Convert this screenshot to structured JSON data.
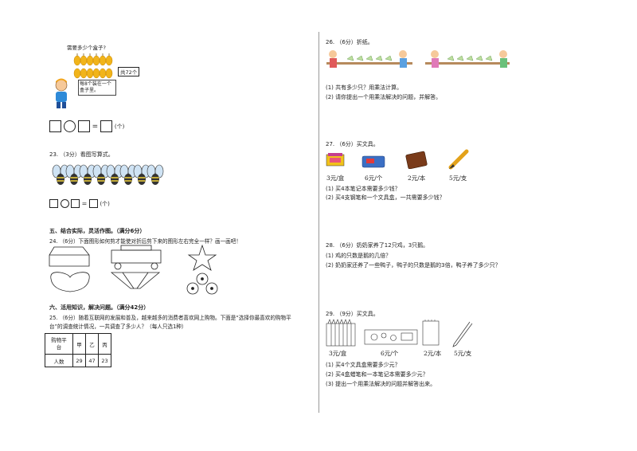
{
  "q22": {
    "question": "需要多少个盒子?",
    "total_label": "共72个",
    "bubble": "每8个装在一个盒子里。",
    "unit": "(个)",
    "equals": "="
  },
  "q23": {
    "title": "23. （3分）看图写算式。",
    "unit": "(个)",
    "equals": "="
  },
  "section5": {
    "header": "五、结合实际，灵活作图。（满分6分）",
    "q24": "24. （6分）下面图形如何剪才能使对折后剪下来的图形左右完全一样？画一画吧！"
  },
  "section6": {
    "header": "六、活用知识，解决问题。（满分42分）",
    "q25_line1": "25. （6分）随着互联网的发展和普及，越来越多的消费者喜欢网上购物。下面是“选择你最喜欢的购物平",
    "q25_line2": "台”的调查统计情况，一共调查了多少人？（每人只选1种）",
    "table": {
      "row1_head_a": "购物平",
      "row1_head_b": "台",
      "cols": [
        "甲",
        "乙",
        "丙"
      ],
      "row2_head": "人数",
      "values": [
        "29",
        "47",
        "23"
      ]
    }
  },
  "q26": {
    "title": "26. （6分）折纸。",
    "sub1": "(1) 共有多少只？用乘法计算。",
    "sub2": "(2) 请你提出一个用乘法解决的问题，并解答。"
  },
  "q27": {
    "title": "27. （6分）买文具。",
    "prices": [
      "3元/盒",
      "6元/个",
      "2元/本",
      "5元/支"
    ],
    "sub1": "(1) 买4本笔记本需要多少钱？",
    "sub2": "(2) 买4支钢笔和一个文具盒，一共需要多少钱？"
  },
  "q28": {
    "title": "28. （6分）奶奶家养了12只鸡，3只鹅。",
    "sub1": "(1) 鸡的只数是鹅的几倍？",
    "sub2": "(2) 奶奶家还养了一些鸭子，鸭子的只数是鹅的3倍，鸭子养了多少只？"
  },
  "q29": {
    "title": "29. （9分）买文具。",
    "prices": [
      "3元/盒",
      "6元/个",
      "2元/本",
      "5元/支"
    ],
    "sub1": "(1) 买4个文具盒需要多少元？",
    "sub2": "(2) 买4盒蜡笔和一本笔记本需要多少元？",
    "sub3": "(3) 提出一个用乘法解决的问题并解答出来。"
  }
}
